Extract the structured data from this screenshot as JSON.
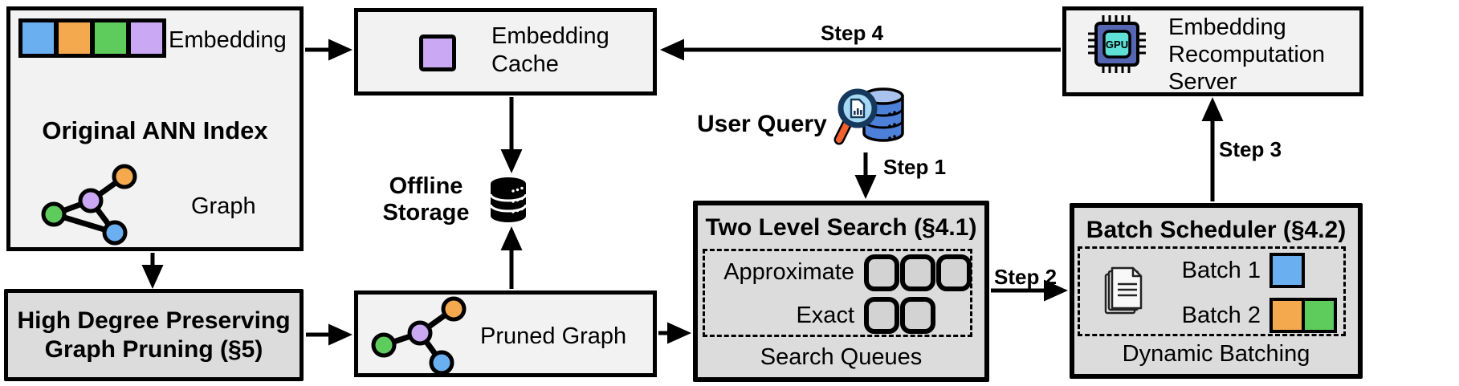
{
  "palette": {
    "blue": "#6AAFF0",
    "orange": "#F5A94F",
    "green": "#5DCC5D",
    "purple": "#CBA8F3",
    "box_light": "#f2f2f2",
    "box_dark": "#dcdcdc",
    "slot_fill": "#d3d3d3",
    "gpu_chip": "#5566B2",
    "gpu_die": "#5FE0D6",
    "db_blue": "#4D80D9",
    "db_blue_light": "#A9C3EE",
    "magnifier_rim": "#16385C",
    "magnifier_lens": "#A5D8F2",
    "magnifier_handle": "#F2612D"
  },
  "ann_index": {
    "title": "Original ANN Index",
    "embedding_label": "Embedding",
    "embedding_colors": [
      "blue",
      "orange",
      "green",
      "purple"
    ],
    "graph_label": "Graph"
  },
  "embedding_cache": {
    "label": "Embedding Cache"
  },
  "offline_storage": {
    "label": "Offline Storage"
  },
  "user_query": {
    "label": "User Query"
  },
  "steps": {
    "step1": "Step 1",
    "step2": "Step 2",
    "step3": "Step 3",
    "step4": "Step 4"
  },
  "two_level_search": {
    "title": "Two Level Search (§4.1)",
    "rows": [
      {
        "label": "Approximate",
        "slots": 3
      },
      {
        "label": "Exact",
        "slots": 2
      }
    ],
    "caption": "Search Queues"
  },
  "batch_scheduler": {
    "title": "Batch Scheduler (§4.2)",
    "rows": [
      {
        "label": "Batch 1",
        "colors": [
          "blue"
        ]
      },
      {
        "label": "Batch 2",
        "colors": [
          "orange",
          "green"
        ]
      }
    ],
    "caption": "Dynamic Batching"
  },
  "recomputation_server": {
    "label": "Embedding Recomputation Server",
    "chip_label": "GPU"
  },
  "graph_pruning": {
    "title": "High Degree Preserving Graph Pruning (§5)"
  },
  "pruned_graph": {
    "label": "Pruned Graph"
  }
}
